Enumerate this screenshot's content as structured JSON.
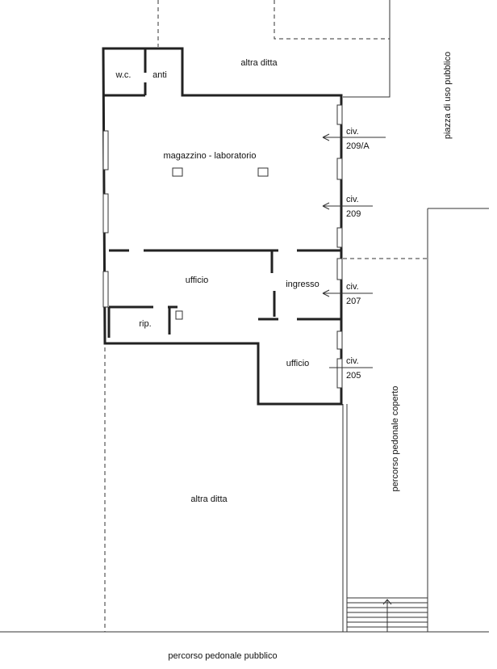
{
  "rooms": {
    "wc": "w.c.",
    "anti": "anti",
    "magazzino": "magazzino - laboratorio",
    "ufficio_1": "ufficio",
    "ingresso": "ingresso",
    "rip": "rip.",
    "ufficio_2": "ufficio"
  },
  "surroundings": {
    "altra_ditta_top": "altra ditta",
    "altra_ditta_bottom": "altra ditta",
    "piazza": "piazza di uso pubblico",
    "percorso_coperto": "percorso pedonale coperto",
    "percorso_pubblico": "percorso pedonale pubblico"
  },
  "civici": [
    {
      "line1": "civ.",
      "line2": "209/A"
    },
    {
      "line1": "civ.",
      "line2": "209"
    },
    {
      "line1": "civ.",
      "line2": "207"
    },
    {
      "line1": "civ.",
      "line2": "205"
    }
  ]
}
